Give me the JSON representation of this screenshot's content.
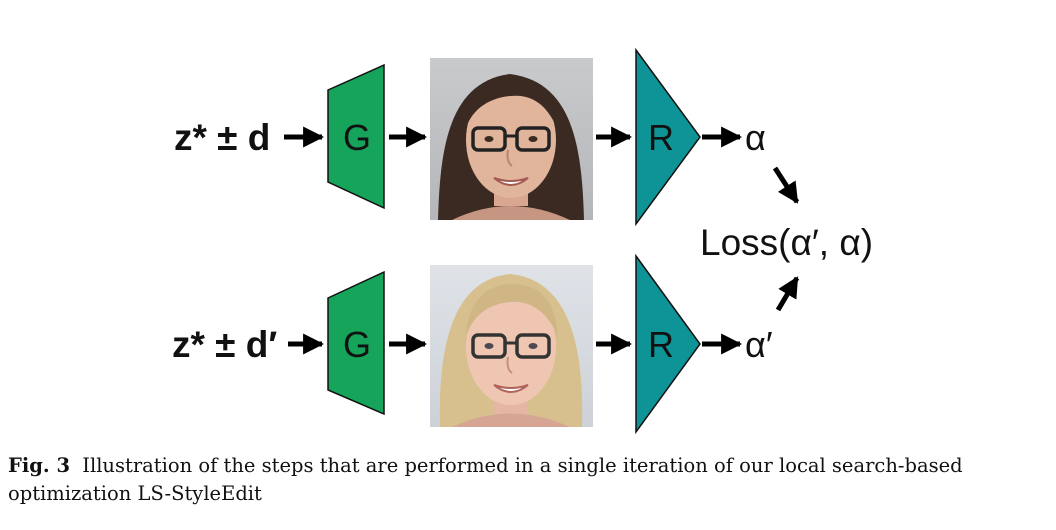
{
  "diagram": {
    "rows": [
      {
        "input_label": "z* ± d",
        "generator_label": "G",
        "regressor_label": "R",
        "output_label": "α",
        "face": "dark-haired woman with glasses"
      },
      {
        "input_label": "z* ± d′",
        "generator_label": "G",
        "regressor_label": "R",
        "output_label": "α′",
        "face": "blonde woman with glasses"
      }
    ],
    "loss_label": "Loss(α′, α)",
    "colors": {
      "generator": "#16a35a",
      "regressor": "#0e9497",
      "arrow": "#000000"
    }
  },
  "caption": {
    "figure_label": "Fig. 3",
    "text": "Illustration of the steps that are performed in a single iteration of our local search-based optimization LS-StyleEdit"
  }
}
